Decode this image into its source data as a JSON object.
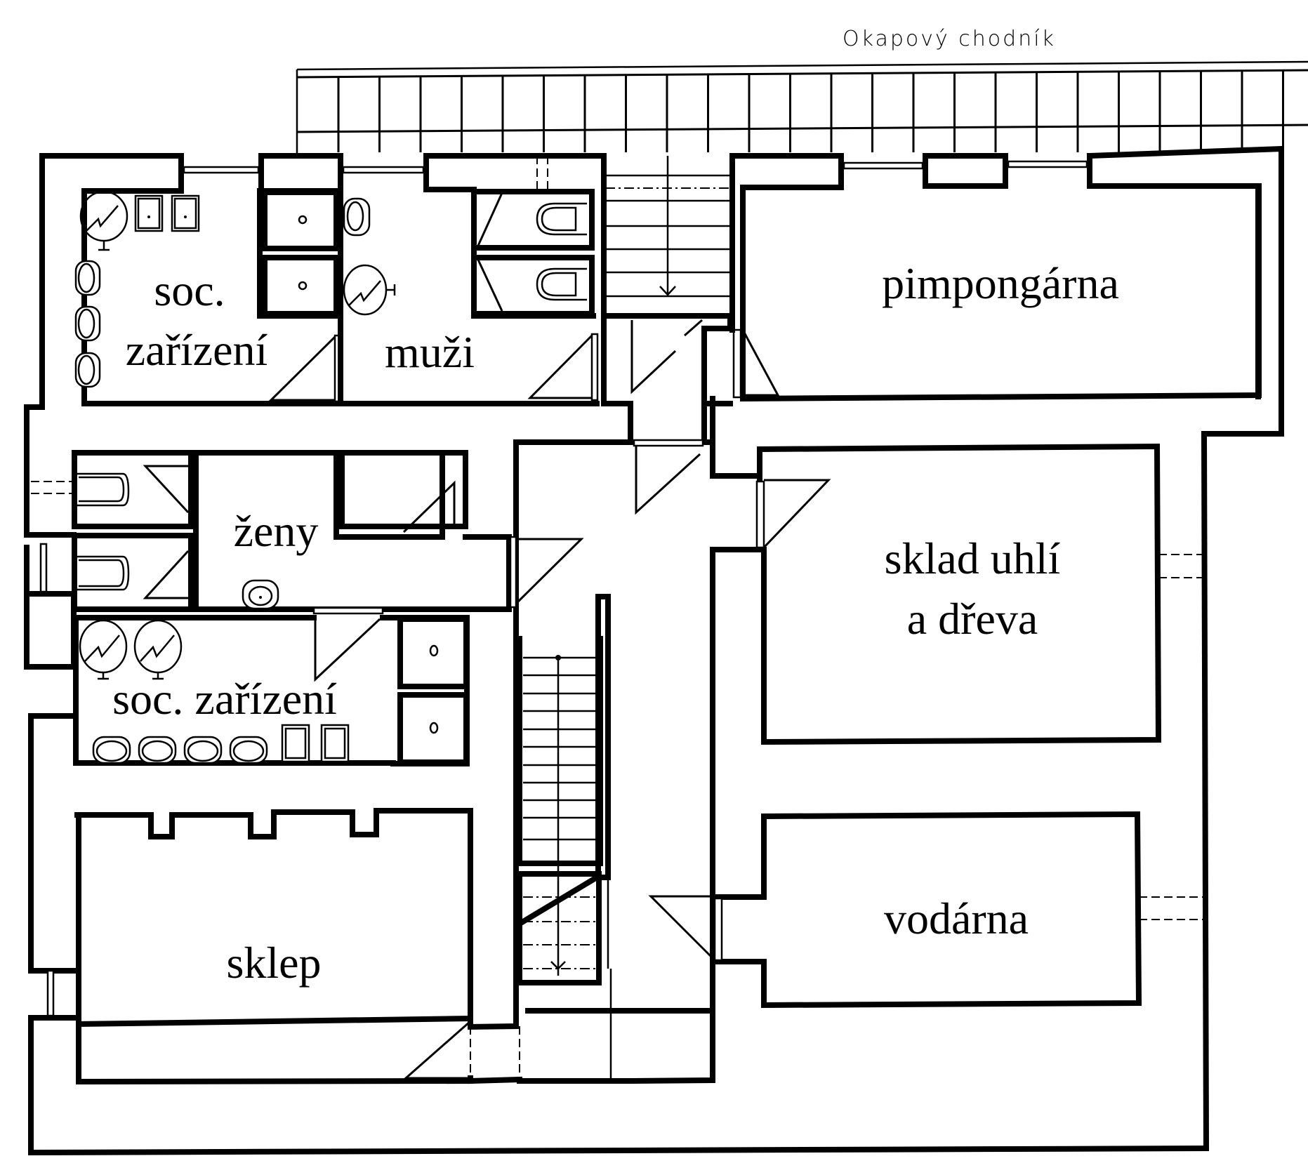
{
  "plan": {
    "path_label": "Okapový chodník",
    "rooms": {
      "soc_upper": [
        "soc.",
        "zařízení"
      ],
      "muzi": "muži",
      "pimpongarna": "pimpongárna",
      "zeny": "ženy",
      "soc_lower": "soc. zařízení",
      "sklad": [
        "sklad uhlí",
        "a dřeva"
      ],
      "vodarna": "vodárna",
      "sklep": "sklep"
    }
  }
}
